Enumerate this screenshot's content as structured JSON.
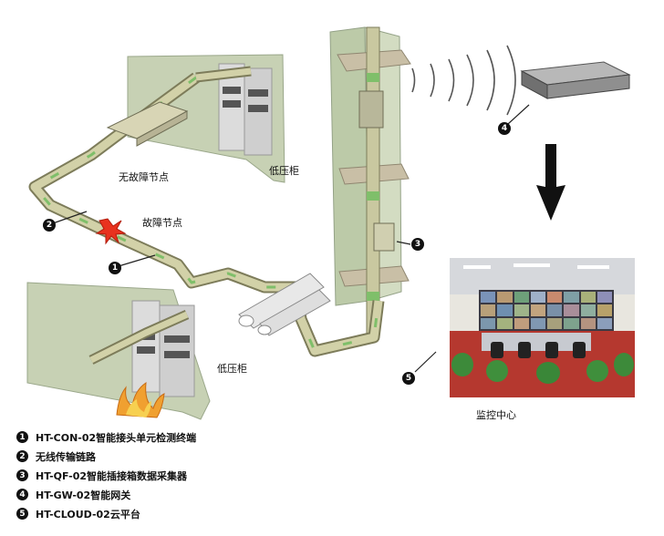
{
  "labels": {
    "no_fault_node": "无故障节点",
    "fault_node": "故障节点",
    "low_voltage_cabinet_top": "低压柜",
    "low_voltage_cabinet_bottom": "低压柜",
    "monitoring_center": "监控中心"
  },
  "callouts": {
    "c1": "1",
    "c2": "2",
    "c3": "3",
    "c4": "4",
    "c5": "5"
  },
  "legend": [
    {
      "num": "1",
      "text": "HT-CON-02智能接头单元检测终端"
    },
    {
      "num": "2",
      "text": "无线传输链路"
    },
    {
      "num": "3",
      "text": "HT-QF-02智能插接箱数据采集器"
    },
    {
      "num": "4",
      "text": "HT-GW-02智能网关"
    },
    {
      "num": "5",
      "text": "HT-CLOUD-02云平台"
    }
  ],
  "colors": {
    "wall": "#c7d1b4",
    "busway": "#c9c8a0",
    "busway_green": "#7fbf6a",
    "cabinet": "#d9d9d9",
    "fault": "#e8321e",
    "gateway": "#8f8f8f",
    "arrow": "#111111"
  }
}
